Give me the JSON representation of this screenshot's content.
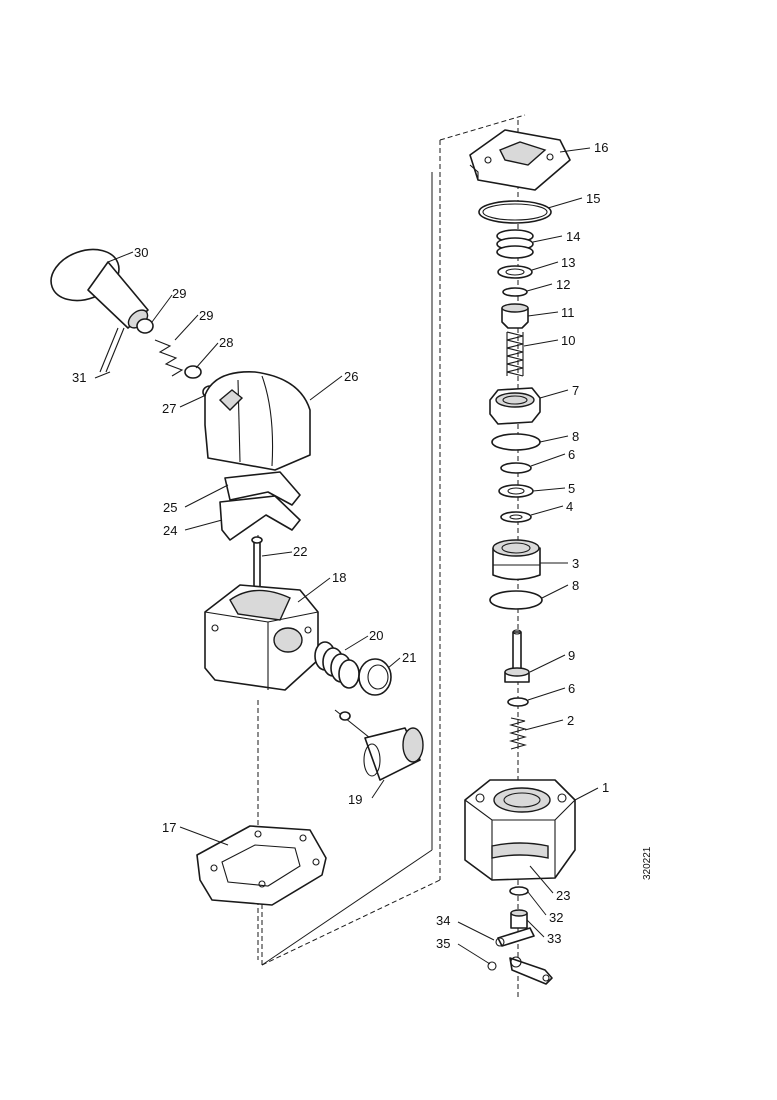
{
  "labels": {
    "l1": "1",
    "l2": "2",
    "l3": "3",
    "l4": "4",
    "l5": "5",
    "l6a": "6",
    "l6b": "6",
    "l7": "7",
    "l8a": "8",
    "l8b": "8",
    "l9": "9",
    "l10": "10",
    "l11": "11",
    "l12": "12",
    "l13": "13",
    "l14": "14",
    "l15": "15",
    "l16": "16",
    "l17": "17",
    "l18": "18",
    "l19": "19",
    "l20": "20",
    "l21": "21",
    "l22": "22",
    "l23": "23",
    "l24": "24",
    "l25": "25",
    "l26": "26",
    "l27": "27",
    "l28": "28",
    "l29": "29",
    "l29b": "29",
    "l30": "30",
    "l31": "31",
    "l32": "32",
    "l33": "33",
    "l34": "34",
    "l35": "35"
  },
  "drawing_number": "320221"
}
